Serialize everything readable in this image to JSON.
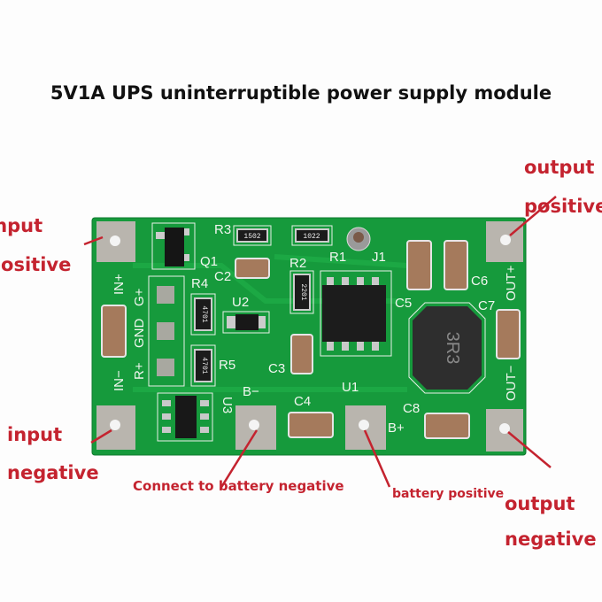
{
  "title": "5V1A UPS uninterruptible power supply module",
  "annotations": {
    "input_positive": [
      "input",
      "positive"
    ],
    "input_negative": [
      "input",
      "negative"
    ],
    "output_positive": [
      "output",
      "positive"
    ],
    "output_negative": [
      "output",
      "negative"
    ],
    "battery_negative": "Connect to battery negative",
    "battery_positive": "battery positive"
  },
  "colors": {
    "annotation": "#c4232f",
    "pcb": "#169a3c",
    "pad": "#b9b5ae"
  },
  "board": {
    "silkscreen": {
      "q1": "Q1",
      "r1": "R1",
      "r2": "R2",
      "r3": "R3",
      "r4": "R4",
      "r5": "R5",
      "j1": "J1",
      "c2": "C2",
      "c3": "C3",
      "c4": "C4",
      "c5": "C5",
      "c6": "C6",
      "c7": "C7",
      "c8": "C8",
      "u1": "U1",
      "u2": "U2",
      "u3": "U3",
      "b_minus": "B−",
      "b_plus": "B+",
      "in_plus": "IN+",
      "in_minus": "IN−",
      "g_plus": "G+",
      "gnd": "GND",
      "r_plus": "R+",
      "out_plus": "OUT+",
      "out_minus": "OUT−"
    },
    "markings": {
      "r3": "1502",
      "r1": "1022",
      "r2": "2201",
      "r4": "4701",
      "r5": "4701",
      "inductor": "3R3"
    }
  }
}
